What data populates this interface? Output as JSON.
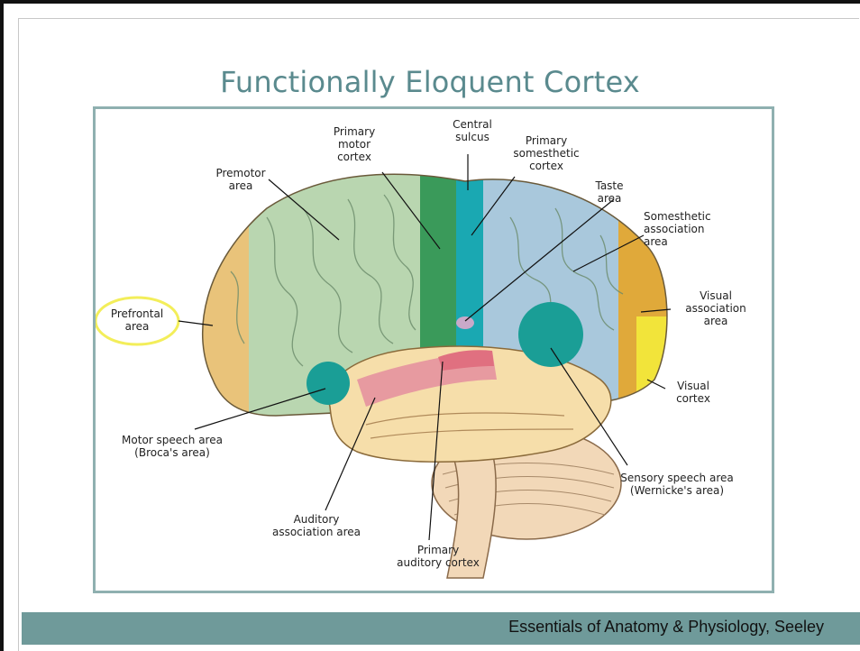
{
  "slide": {
    "title": "Functionally Eloquent Cortex",
    "footer": "Essentials of Anatomy & Physiology, Seeley"
  },
  "diagram": {
    "labels": {
      "central_sulcus": "Central\nsulcus",
      "primary_motor_cortex": "Primary\nmotor\ncortex",
      "primary_somesthetic_cortex": "Primary\nsomesthetic\ncortex",
      "premotor_area": "Premotor\narea",
      "taste_area": "Taste\narea",
      "somesthetic_association_area": "Somesthetic\nassociation\narea",
      "prefrontal_area": "Prefrontal\narea",
      "visual_association_area": "Visual\nassociation\narea",
      "visual_cortex": "Visual\ncortex",
      "motor_speech_area": "Motor speech area\n(Broca's area)",
      "sensory_speech_area": "Sensory speech area\n(Wernicke's area)",
      "auditory_association_area": "Auditory\nassociation area",
      "primary_auditory_cortex": "Primary\nauditory cortex"
    },
    "colors": {
      "prefrontal": "#e9c37a",
      "premotor": "#b9d6b0",
      "primary_motor": "#3a9a5a",
      "primary_somesthetic": "#1aa8b2",
      "somesthetic_association": "#a9c8dc",
      "visual_association": "#e0a93a",
      "visual_cortex": "#f2e43a",
      "temporal": "#f6deaa",
      "auditory": "#e79aa0",
      "speech_areas": "#1a9e96",
      "cerebellum": "#f2d8b8",
      "highlight_ring": "#f3ee5a"
    }
  }
}
